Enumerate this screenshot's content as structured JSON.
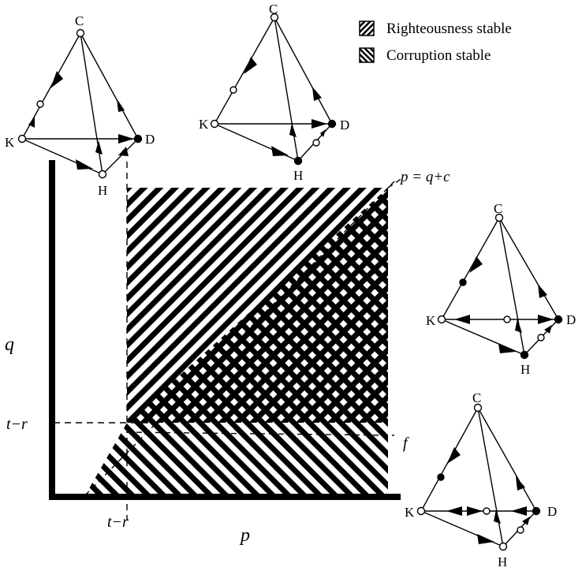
{
  "legend": {
    "items": [
      {
        "label": "Righteousness stable",
        "icon": "forward-hatch-icon"
      },
      {
        "label": "Corruption stable",
        "icon": "back-hatch-icon"
      }
    ]
  },
  "axes": {
    "x_label": "p",
    "y_label": "q",
    "x_tick": "t−r",
    "y_tick": "t−r"
  },
  "annotations": {
    "diagonal": "p = q+c",
    "threshold": "f"
  },
  "simplex_labels": {
    "C": "C",
    "D": "D",
    "K": "K",
    "H": "H"
  },
  "colors": {
    "ink": "#000000",
    "paper": "#ffffff"
  }
}
